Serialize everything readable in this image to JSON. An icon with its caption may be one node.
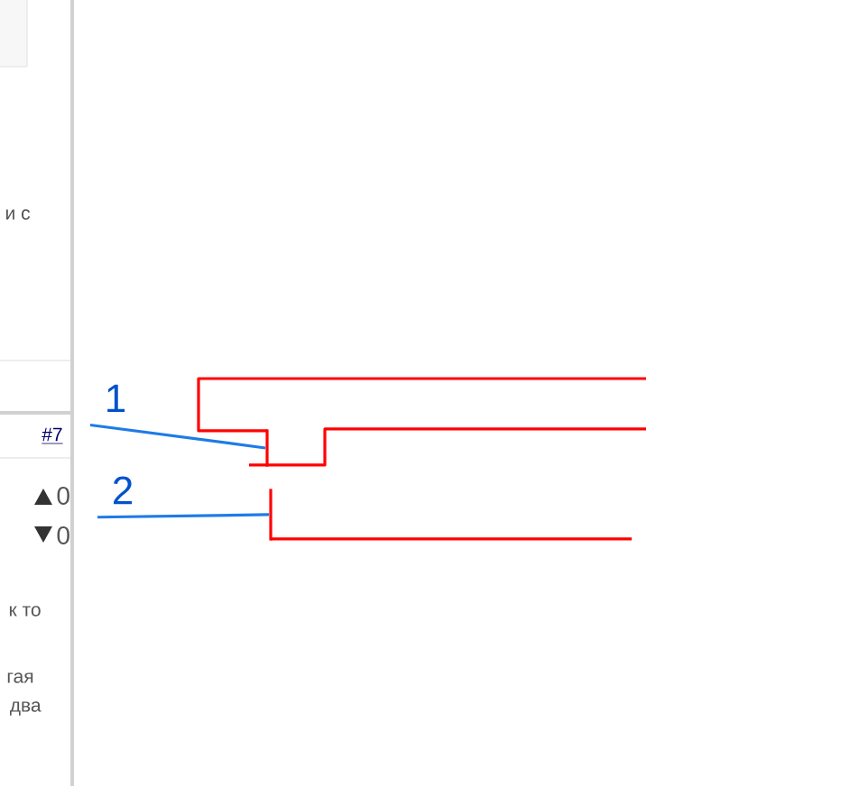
{
  "diagram": {
    "nodes": [
      {
        "text": [
          "1"
        ]
      },
      {
        "text": [
          "2"
        ]
      },
      {
        "text": [],
        "shape": "line"
      },
      {
        "text": [],
        "shape": "line"
      }
    ],
    "edges": [
      {
        "from": 0,
        "to": 2,
        "arrow": "none",
        "color": "#1e7be6"
      },
      {
        "from": 1,
        "to": 3,
        "arrow": "none",
        "color": "#1e7be6"
      }
    ],
    "labels": [
      "и с",
      "#7",
      "0",
      "0",
      "к то",
      "гая",
      "два"
    ]
  }
}
